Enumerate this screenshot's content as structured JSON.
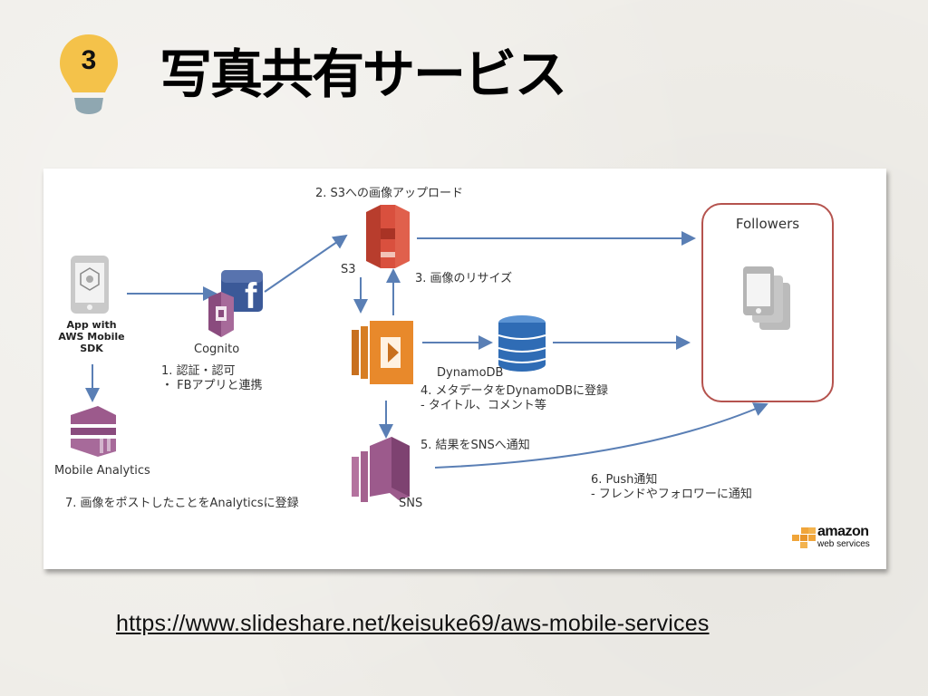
{
  "slide": {
    "number": "3",
    "title": "写真共有サービス",
    "url": "https://www.slideshare.net/keisuke69/aws-mobile-services"
  },
  "diagram": {
    "nodes": {
      "app": {
        "label_lines": [
          "App with",
          "AWS Mobile",
          "SDK"
        ]
      },
      "cognito": {
        "label": "Cognito"
      },
      "s3": {
        "label": "S3"
      },
      "dynamodb": {
        "label": "DynamoDB"
      },
      "sns": {
        "label": "SNS"
      },
      "analytics": {
        "label": "Mobile Analytics"
      },
      "followers": {
        "label": "Followers"
      }
    },
    "steps": {
      "step1": {
        "line1": "1. 認証・認可",
        "line2": "・ FBアプリと連携"
      },
      "step2": {
        "line1": "2. S3への画像アップロード"
      },
      "step3": {
        "line1": "3. 画像のリサイズ"
      },
      "step4": {
        "line1": "4. メタデータをDynamoDBに登録",
        "line2": "- タイトル、コメント等"
      },
      "step5": {
        "line1": "5. 結果をSNSへ通知"
      },
      "step6": {
        "line1": "6. Push通知",
        "line2": "- フレンドやフォロワーに通知"
      },
      "step7": {
        "line1": "7. 画像をポストしたことをAnalyticsに登録"
      }
    },
    "logo": {
      "brand": "amazon",
      "sub": "web services"
    }
  },
  "colors": {
    "arrow": "#5a7fb5",
    "s3": "#d9503e",
    "lambda": "#e8892b",
    "dynamodb": "#2f6cb5",
    "purple": "#9c5a8c",
    "facebook": "#3b5998",
    "followers_border": "#b5534e",
    "bulb": "#f4c24a",
    "bulb_base": "#8fa7b1"
  }
}
